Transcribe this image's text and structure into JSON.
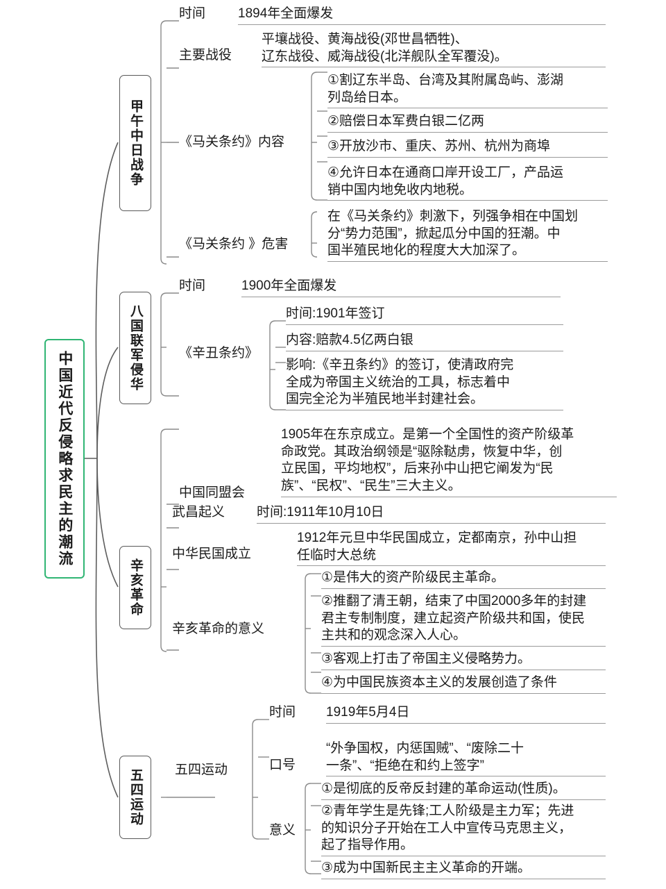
{
  "meta": {
    "title": "中国近代反侵略求民主的潮流",
    "accent_green": "#2fb573",
    "line_gray": "#9a9a9a",
    "node_border": "#585858",
    "text_color": "#1b1b1b",
    "background": "#ffffff"
  },
  "root": {
    "label": "中国近代反侵略求民主的潮流"
  },
  "branches": [
    {
      "id": "jiawu",
      "label": "甲午中日战争",
      "topics": [
        {
          "label": "时间",
          "items": [
            "1894年全面爆发"
          ]
        },
        {
          "label": "主要战役",
          "items": [
            "平壤战役、黄海战役(邓世昌牺牲)、\n辽东战役、威海战役(北洋舰队全军覆没)。"
          ]
        },
        {
          "label": "《马关条约》内容",
          "items": [
            "①割辽东半岛、台湾及其附属岛屿、澎湖\n列岛给日本。",
            "②赔偿日本军费白银二亿两",
            "③开放沙市、重庆、苏州、杭州为商埠",
            "④允许日本在通商口岸开设工厂，产品运\n销中国内地免收内地税。"
          ]
        },
        {
          "label": "《马关条约 》危害",
          "items": [
            "在《马关条约》刺激下，列强争相在中国划\n分“势力范围”，掀起瓜分中国的狂潮。中\n国半殖民地化的程度大大加深了。"
          ]
        }
      ]
    },
    {
      "id": "baguo",
      "label": "八国联军侵华",
      "topics": [
        {
          "label": "时间",
          "items": [
            "1900年全面爆发"
          ]
        },
        {
          "label": "《辛丑条约》",
          "items": [
            "时间:1901年签订",
            "内容:赔款4.5亿两白银",
            "影响:《辛丑条约》的签订，使清政府完\n全成为帝国主义统治的工具，标志着中\n国完全沦为半殖民地半封建社会。"
          ]
        }
      ]
    },
    {
      "id": "xinhai",
      "label": "辛亥革命",
      "topics": [
        {
          "label": "中国同盟会",
          "items": [
            "1905年在东京成立。是第一个全国性的资产阶级革\n命政党。其政治纲领是“驱除鞑虏，恢复中华，创\n立民国，平均地权”，后来孙中山把它阐发为“民\n族”、“民权”、“民生”三大主义。"
          ]
        },
        {
          "label": "武昌起义",
          "items": [
            "时间:1911年10月10日"
          ]
        },
        {
          "label": "中华民国成立",
          "items": [
            "1912年元旦中华民国成立，定都南京，孙中山担\n任临时大总统"
          ]
        },
        {
          "label": "辛亥革命的意义",
          "items": [
            "①是伟大的资产阶级民主革命。",
            "②推翻了清王朝，结束了中国2000多年的封建\n君主专制制度，建立起资产阶级共和国，使民\n主共和的观念深入人心。",
            "③客观上打击了帝国主义侵略势力。",
            "④为中国民族资本主义的发展创造了条件"
          ]
        }
      ]
    },
    {
      "id": "wusi",
      "label": "五四运动",
      "subgroup": "五四运动",
      "topics": [
        {
          "label": "时间",
          "items": [
            "1919年5月4日"
          ]
        },
        {
          "label": "口号",
          "items": [
            "“外争国权，内惩国贼”、“废除二十\n一条”、“拒绝在和约上签字”"
          ]
        },
        {
          "label": "意义",
          "items": [
            "①是彻底的反帝反封建的革命运动(性质)。",
            "②青年学生是先锋;工人阶级是主力军；先进\n的知识分子开始在工人中宣传马克思主义，\n起了指导作用。",
            "③成为中国新民主主义革命的开端。"
          ]
        }
      ]
    }
  ]
}
